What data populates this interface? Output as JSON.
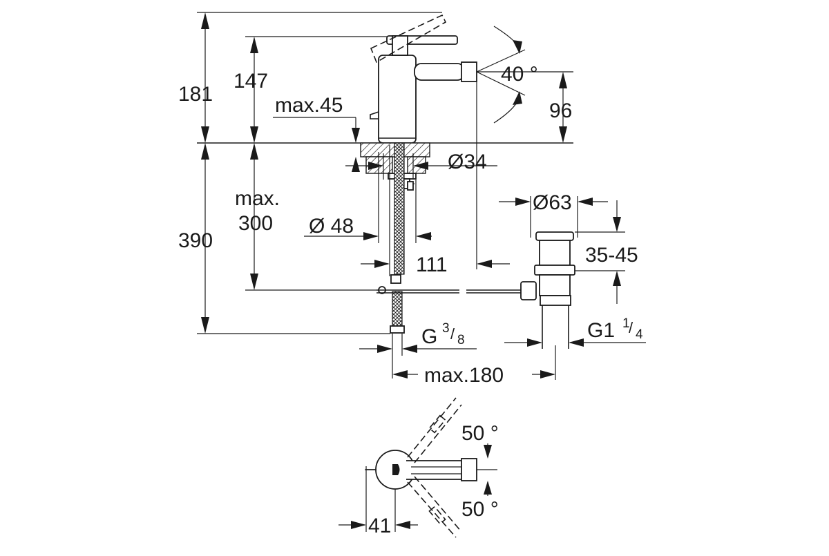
{
  "dimensions": {
    "total_height": "181",
    "spout_height": "147",
    "deck_thickness": "max.45",
    "swivel_angle": "40 °",
    "spout_outlet_height": "96",
    "hole_diameter": "Ø34",
    "base_diameter": "Ø 48",
    "hose_length_label_1": "max.",
    "hose_length_label_2": "300",
    "below_deck_height": "390",
    "reach": "111",
    "waste_diameter": "Ø63",
    "waste_range": "35-45",
    "waste_thread_base": "G1",
    "waste_thread_fraction_num": "1",
    "waste_thread_fraction_den": "4",
    "inlet_thread_base": "G",
    "inlet_thread_fraction_num": "3",
    "inlet_thread_fraction_den": "8",
    "pop_up_distance": "max.180",
    "top_angle_upper": "50 °",
    "top_angle_lower": "50 °",
    "top_offset": "41"
  }
}
